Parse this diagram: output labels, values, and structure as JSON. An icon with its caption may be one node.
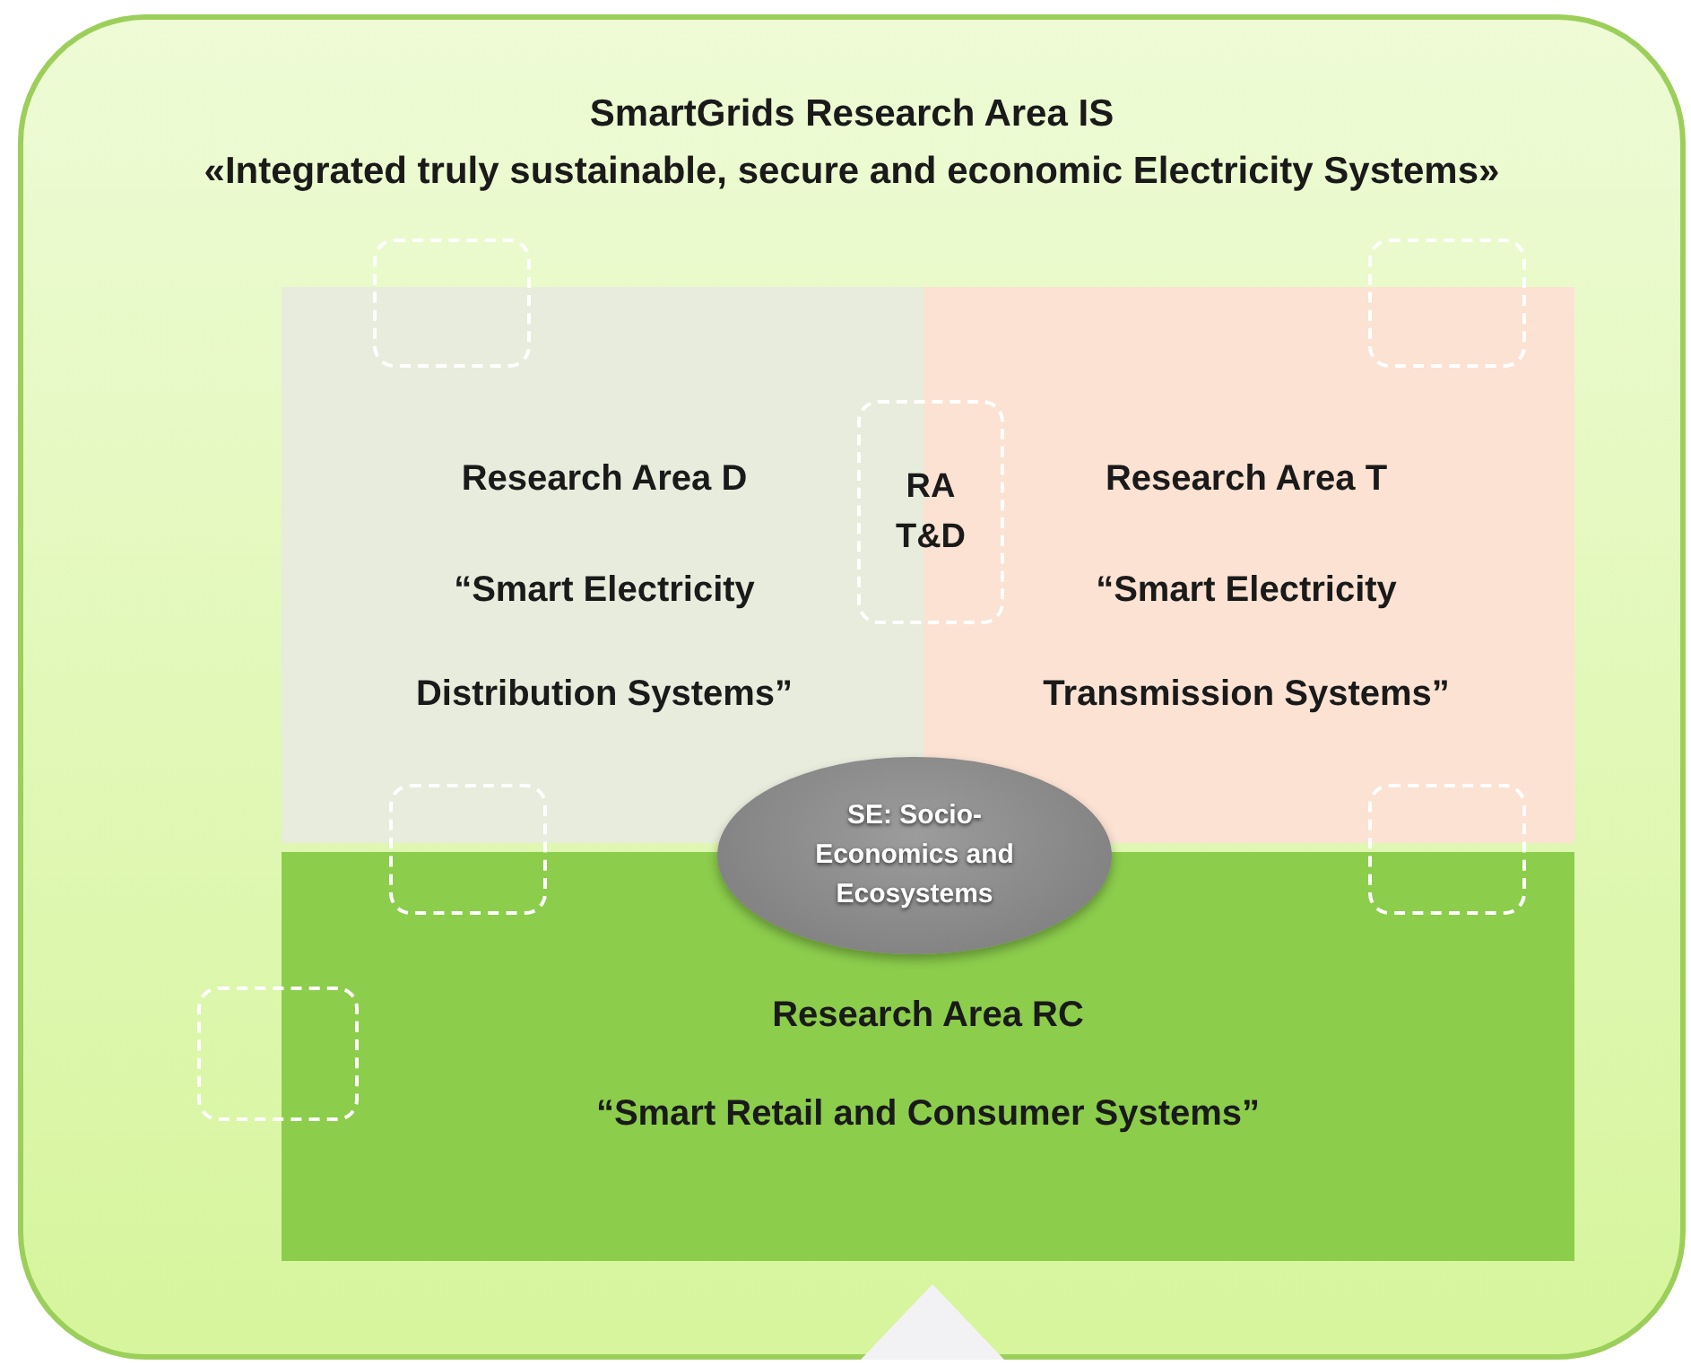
{
  "diagram": {
    "nodes": [
      {
        "text": [
          "SmartGrids Research Area IS",
          "«Integrated truly sustainable, secure and economic Electricity Systems»"
        ]
      },
      {
        "text": [
          "Research Area D",
          "“Smart Electricity Distribution Systems”"
        ],
        "in": 0
      },
      {
        "text": [
          "Research Area T",
          "“Smart Electricity Transmission Systems”"
        ],
        "in": 0
      },
      {
        "text": [
          "RA T&D"
        ],
        "in": 0
      },
      {
        "text": [
          "Research Area RC",
          "“Smart Retail and Consumer Systems”"
        ],
        "in": 0
      },
      {
        "text": [
          "SE: Socio-Economics and Ecosystems"
        ],
        "in": 0
      },
      {
        "text": [],
        "shape": "box",
        "in": 0
      },
      {
        "text": [],
        "shape": "box",
        "in": 0
      },
      {
        "text": [],
        "shape": "box",
        "in": 0
      },
      {
        "text": [],
        "shape": "box",
        "in": 0
      },
      {
        "text": [],
        "shape": "box",
        "in": 0
      }
    ]
  }
}
